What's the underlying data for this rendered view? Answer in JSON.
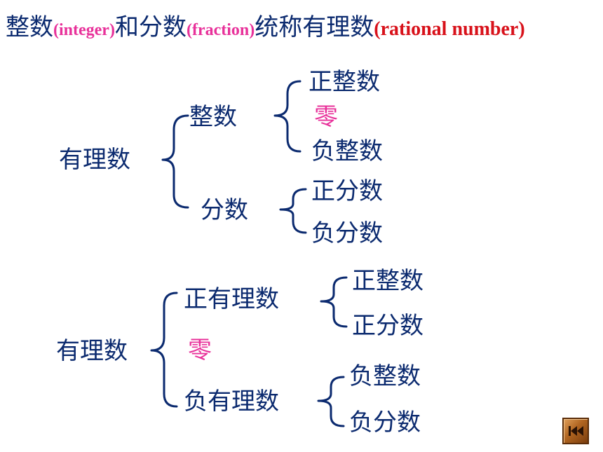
{
  "title": {
    "part1": "整数",
    "part1_en": "(integer)",
    "part2": "和分数",
    "part2_en": "(fraction)",
    "part3": "统称有理数",
    "part3_en": "(rational number)"
  },
  "diagram1": {
    "root": "有理数",
    "branch_integer": {
      "label": "整数",
      "children": [
        "正整数",
        "零",
        "负整数"
      ]
    },
    "branch_fraction": {
      "label": "分数",
      "children": [
        "正分数",
        "负分数"
      ]
    }
  },
  "diagram2": {
    "root": "有理数",
    "branch_positive": {
      "label": "正有理数",
      "children": [
        "正整数",
        "正分数"
      ]
    },
    "zero": "零",
    "branch_negative": {
      "label": "负有理数",
      "children": [
        "负整数",
        "负分数"
      ]
    }
  },
  "colors": {
    "text": "#0b2a6f",
    "zero": "#e8319a",
    "title_en": "#e8319a",
    "title_en_last": "#d8111a",
    "nav_button": "#b06420"
  },
  "icons": {
    "nav_button": "skip-to-start-icon"
  }
}
